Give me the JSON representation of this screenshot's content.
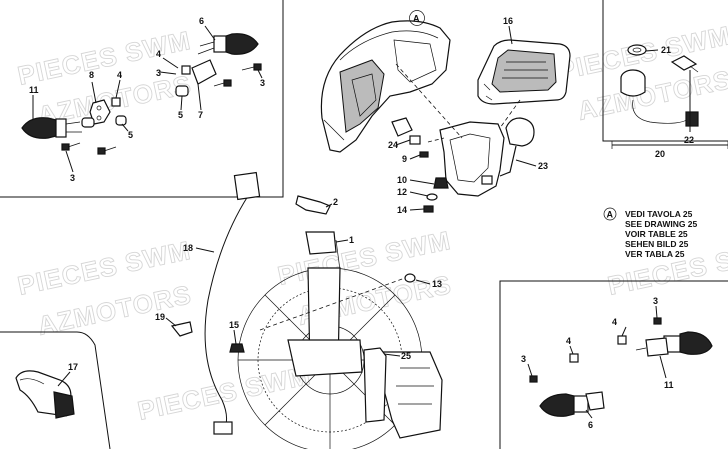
{
  "watermark": {
    "line1": "PIECES SWM",
    "line2": "AZMOTORS"
  },
  "note": {
    "marker": "A",
    "lines": [
      "VEDI TAVOLA 25",
      "SEE DRAWING 25",
      "VOIR TABLE 25",
      "SEHEN BILD 25",
      "VER TABLA 25"
    ]
  },
  "callouts": {
    "c1": "1",
    "c2": "2",
    "c3a": "3",
    "c3b": "3",
    "c3c": "3",
    "c3d": "3",
    "c4a": "4",
    "c4b": "4",
    "c4c": "4",
    "c4d": "4",
    "c5a": "5",
    "c5b": "5",
    "c6a": "6",
    "c6b": "6",
    "c7": "7",
    "c8": "8",
    "c9": "9",
    "c10": "10",
    "c11a": "11",
    "c11b": "11",
    "c12": "12",
    "c13": "13",
    "c14": "14",
    "c15": "15",
    "c16": "16",
    "c17": "17",
    "c18": "18",
    "c19": "19",
    "c20": "20",
    "c21": "21",
    "c22": "22",
    "c23": "23",
    "c24": "24",
    "c25": "25",
    "cA": "A"
  }
}
